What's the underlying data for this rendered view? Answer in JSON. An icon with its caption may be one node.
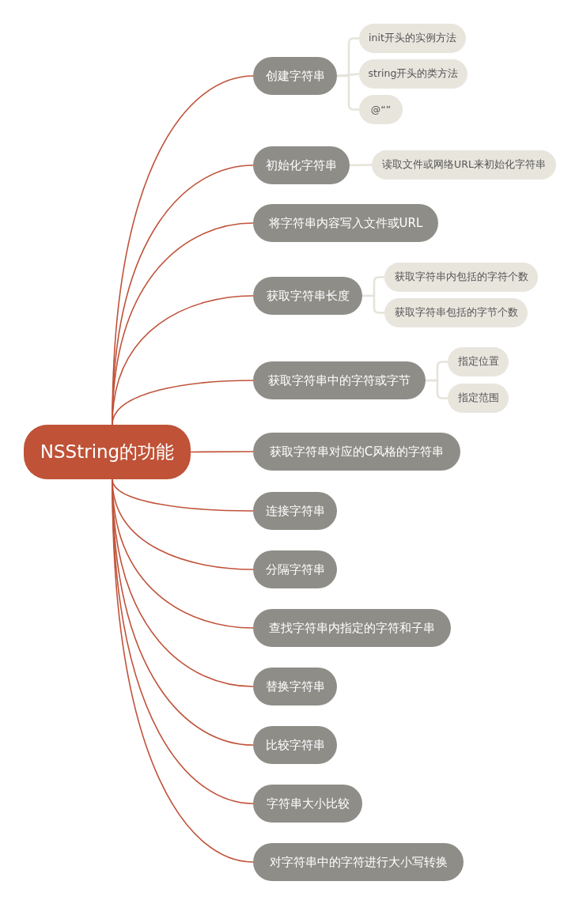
{
  "diagram": {
    "nodes": [
      {
        "text": [
          "NSString的功能"
        ]
      },
      {
        "text": [
          "创建字符串"
        ]
      },
      {
        "text": [
          "init开头的实例方法"
        ]
      },
      {
        "text": [
          "string开头的类方法"
        ]
      },
      {
        "text": [
          "@“”"
        ]
      },
      {
        "text": [
          "初始化字符串"
        ]
      },
      {
        "text": [
          "读取文件或网络URL来初始化字符串"
        ]
      },
      {
        "text": [
          "将字符串内容写入文件或URL"
        ]
      },
      {
        "text": [
          "获取字符串长度"
        ]
      },
      {
        "text": [
          "获取字符串内包括的字符个数"
        ]
      },
      {
        "text": [
          "获取字符串包括的字节个数"
        ]
      },
      {
        "text": [
          "获取字符串中的字符或字节"
        ]
      },
      {
        "text": [
          "指定位置"
        ]
      },
      {
        "text": [
          "指定范围"
        ]
      },
      {
        "text": [
          "获取字符串对应的C风格的字符串"
        ]
      },
      {
        "text": [
          "连接字符串"
        ]
      },
      {
        "text": [
          "分隔字符串"
        ]
      },
      {
        "text": [
          "查找字符串内指定的字符和子串"
        ]
      },
      {
        "text": [
          "替换字符串"
        ]
      },
      {
        "text": [
          "比较字符串"
        ]
      },
      {
        "text": [
          "字符串大小比较"
        ]
      },
      {
        "text": [
          "对字符串中的字符进行大小写转换"
        ]
      }
    ],
    "edges": [
      {
        "from": 0,
        "to": 1,
        "arrow": "none"
      },
      {
        "from": 0,
        "to": 5,
        "arrow": "none"
      },
      {
        "from": 0,
        "to": 7,
        "arrow": "none"
      },
      {
        "from": 0,
        "to": 8,
        "arrow": "none"
      },
      {
        "from": 0,
        "to": 11,
        "arrow": "none"
      },
      {
        "from": 0,
        "to": 14,
        "arrow": "none"
      },
      {
        "from": 0,
        "to": 15,
        "arrow": "none"
      },
      {
        "from": 0,
        "to": 16,
        "arrow": "none"
      },
      {
        "from": 0,
        "to": 17,
        "arrow": "none"
      },
      {
        "from": 0,
        "to": 18,
        "arrow": "none"
      },
      {
        "from": 0,
        "to": 19,
        "arrow": "none"
      },
      {
        "from": 0,
        "to": 20,
        "arrow": "none"
      },
      {
        "from": 0,
        "to": 21,
        "arrow": "none"
      },
      {
        "from": 1,
        "to": 2,
        "arrow": "none",
        "color": "#e6e3da"
      },
      {
        "from": 1,
        "to": 3,
        "arrow": "none",
        "color": "#e6e3da"
      },
      {
        "from": 1,
        "to": 4,
        "arrow": "none",
        "color": "#e6e3da"
      },
      {
        "from": 5,
        "to": 6,
        "arrow": "none",
        "color": "#e6e3da"
      },
      {
        "from": 8,
        "to": 9,
        "arrow": "none",
        "color": "#e6e3da"
      },
      {
        "from": 8,
        "to": 10,
        "arrow": "none",
        "color": "#e6e3da"
      },
      {
        "from": 11,
        "to": 12,
        "arrow": "none",
        "color": "#e6e3da"
      },
      {
        "from": 11,
        "to": 13,
        "arrow": "none",
        "color": "#e6e3da"
      }
    ]
  }
}
